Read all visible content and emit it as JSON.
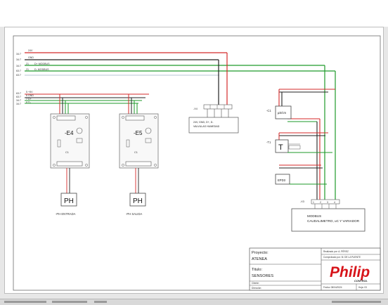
{
  "rails": {
    "r1": {
      "ref": "34:7",
      "name": "24V"
    },
    "r2": {
      "ref": "34:7",
      "name": "GND"
    },
    "r3": {
      "ref": "34:7",
      "num": "21",
      "name": "D+ MODBUS"
    },
    "r4": {
      "ref": "63:7",
      "num": "21",
      "name": "D- MODBUS"
    },
    "r5": {
      "ref": "63:7"
    }
  },
  "group2": {
    "refs": [
      "63:7",
      "63:7",
      "34:7",
      "34:7"
    ],
    "names": [
      "5 +5V",
      "6 GND",
      "7 D+",
      "8 D-"
    ]
  },
  "modules": {
    "e4": {
      "label": "-E4",
      "sub": "C1",
      "probe": "PH",
      "caption": "-PH ENTRADA"
    },
    "e5": {
      "label": "-E5",
      "sub": "C1",
      "probe": "PH",
      "caption": "-PH SALIDA"
    }
  },
  "xa": {
    "ref": "-X4",
    "desc": "24V, GND, D+, D-\nVALVULAS HUMEDAD"
  },
  "right": {
    "c1": {
      "ref": "-C1",
      "box": "µS/cm"
    },
    "t1": {
      "ref": "-T1",
      "box": "T"
    },
    "x3": {
      "ref": "-X3",
      "nums": [
        "1",
        "2",
        "3",
        "4"
      ]
    },
    "dev": {
      "box": "EPD3"
    },
    "modbus": {
      "title": "MODBUS",
      "desc": "CAUDALIMETRO, uC Y VARIADOR"
    }
  },
  "titleblock": {
    "proyecto_label": "Proyecto:",
    "proyecto_value": "ATENEA",
    "titulo_label": "Titulo:",
    "titulo_value": "SENSORES",
    "cliente_label": "Cliente:",
    "direccion_label": "Dirección:",
    "realizado": "Realizado por: A. PÉREZ",
    "comprobado": "Comprobado por: M. DE LA PUENTE",
    "fecha": "Fecha: 08/04/2024",
    "hoja": "Hoja: 03"
  },
  "logo": {
    "text": "Philip",
    "sub": "CONTROL",
    "color": "#d7141a"
  },
  "colors": {
    "red": "#d42a2a",
    "green": "#1e9a2a",
    "black": "#222222"
  }
}
